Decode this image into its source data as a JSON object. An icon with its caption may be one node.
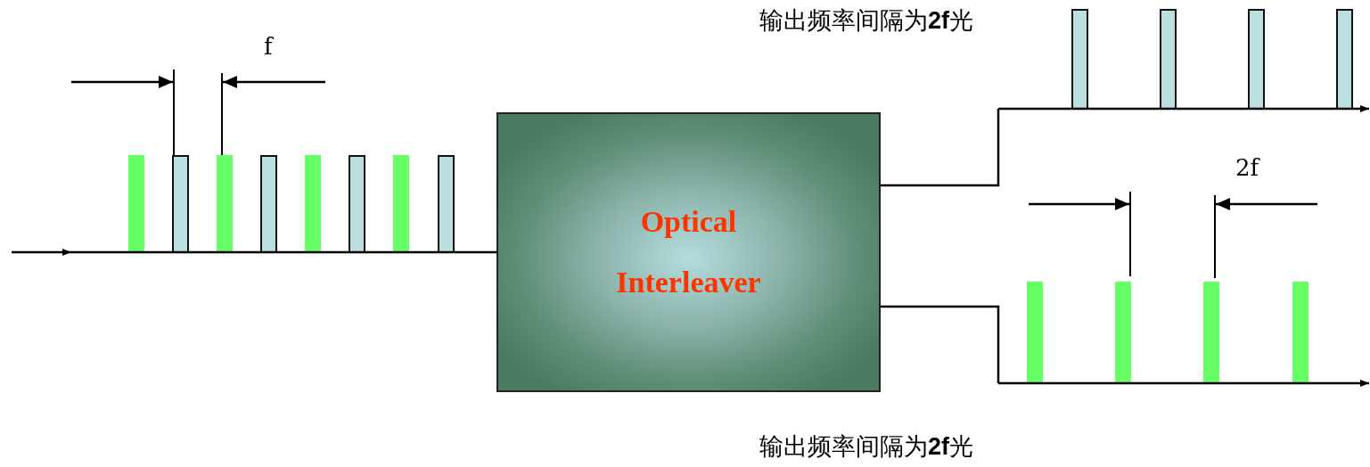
{
  "diagram": {
    "nodes": [
      {
        "text": [
          "Optical Interleaver"
        ]
      },
      {
        "text": [],
        "shape": "bar"
      },
      {
        "text": [],
        "shape": "bar"
      },
      {
        "text": [],
        "shape": "bar"
      }
    ],
    "edges": [
      {
        "from": null,
        "to": 1,
        "arrow": "to"
      },
      {
        "from": 1,
        "to": 0,
        "arrow": "none"
      },
      {
        "from": 0,
        "to": 2,
        "arrow": "none"
      },
      {
        "from": 0,
        "to": 3,
        "arrow": "none"
      }
    ],
    "labels": [
      "输出频率间隔为**2f**光",
      "f",
      "2f",
      "输出频率间隔为**2f**光"
    ]
  }
}
